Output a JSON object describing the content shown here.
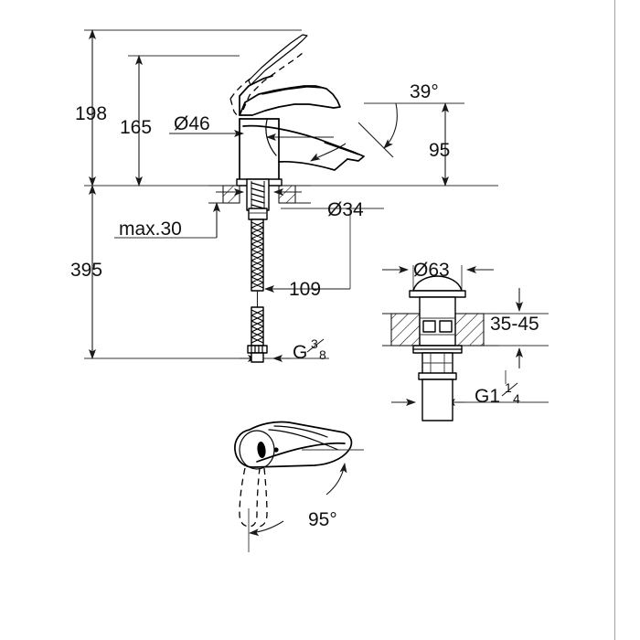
{
  "drawing": {
    "title": "Single-lever basin mixer technical dimension drawing",
    "units": "mm",
    "background_color": "#ffffff",
    "line_color": "#1a1a1a"
  },
  "dimensions": {
    "total_height": "198",
    "spout_height": "165",
    "body_diameter": "Ø46",
    "base_diameter": "Ø34",
    "spout_reach": "109",
    "spout_outlet_height": "95",
    "spout_angle": "39°",
    "max_deck_thickness": "max.30",
    "overall_with_hoses": "395",
    "supply_thread": {
      "letter": "G",
      "numerator": "3",
      "denominator": "8"
    },
    "drain_cap_diameter": "Ø63",
    "drain_deck_range": "35-45",
    "drain_thread": {
      "letter": "G1",
      "numerator": "1",
      "denominator": "4"
    },
    "handle_swivel_angle": "95°"
  },
  "labels": [
    {
      "id": "d198",
      "text": "198"
    },
    {
      "id": "d165",
      "text": "165"
    },
    {
      "id": "d46",
      "text": "Ø46"
    },
    {
      "id": "d39deg",
      "text": "39°"
    },
    {
      "id": "d95",
      "text": "95"
    },
    {
      "id": "d34",
      "text": "Ø34"
    },
    {
      "id": "dmax30",
      "text": "max.30"
    },
    {
      "id": "d395",
      "text": "395"
    },
    {
      "id": "d109",
      "text": "109"
    },
    {
      "id": "dg38",
      "text": "G"
    },
    {
      "id": "d63",
      "text": "Ø63"
    },
    {
      "id": "d3545",
      "text": "35-45"
    },
    {
      "id": "dg114",
      "text": "G1"
    },
    {
      "id": "d95deg",
      "text": "95°"
    }
  ],
  "views": {
    "main_elevation": "Front elevation of basin mixer with flexible supply hoses",
    "drain_detail": "Push-open waste / pop-up drain valve detail",
    "handle_plan": "Top plan view of lever handle showing swivel range"
  }
}
